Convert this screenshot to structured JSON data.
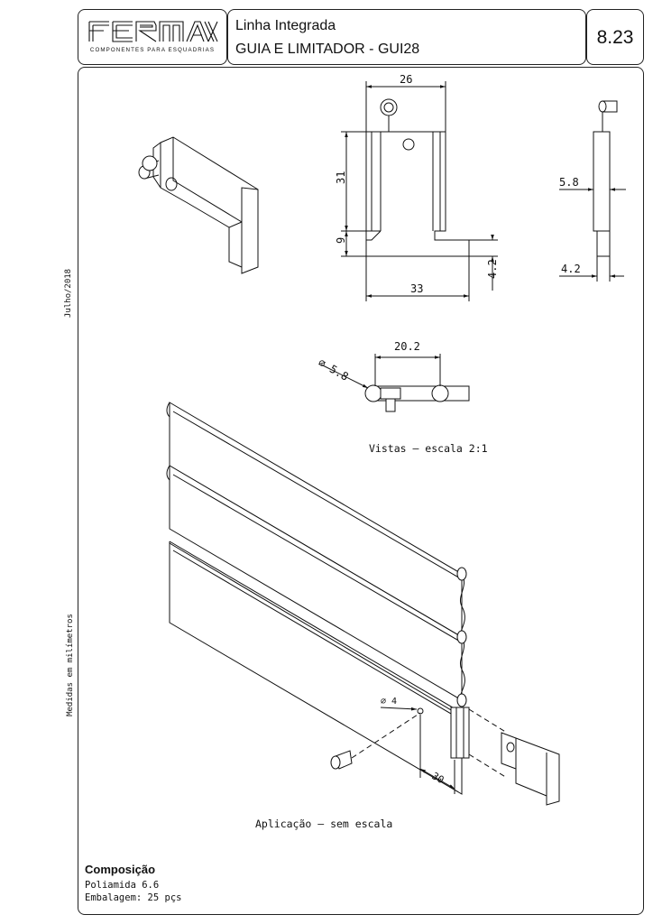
{
  "header": {
    "brand": "FERMAX",
    "brand_subtitle": "COMPONENTES PARA ESQUADRIAS",
    "line_name": "Linha Integrada",
    "product_title": "GUIA E LIMITADOR - GUI28",
    "sheet_code": "8.23"
  },
  "side": {
    "date": "Julho/2018",
    "units_note": "Medidas em milímetros"
  },
  "views": {
    "caption": "Vistas   –  escala  2:1",
    "dims": {
      "width_top": "26",
      "height_main": "31",
      "height_base": "9",
      "width_base": "33",
      "base_step": "4.2",
      "side_width": "5.8",
      "side_base": "4.2",
      "pin_diameter": "⌀ 5.8",
      "pin_spacing": "20.2"
    }
  },
  "application": {
    "caption": "Aplicação  –  sem  escala",
    "dims": {
      "screw_diameter": "⌀ 4",
      "offset": "30"
    }
  },
  "composition": {
    "title": "Composição",
    "material": "Poliamida  6.6",
    "packaging": "Embalagem:  25  pçs"
  },
  "colors": {
    "line": "#111111",
    "background": "#ffffff"
  }
}
